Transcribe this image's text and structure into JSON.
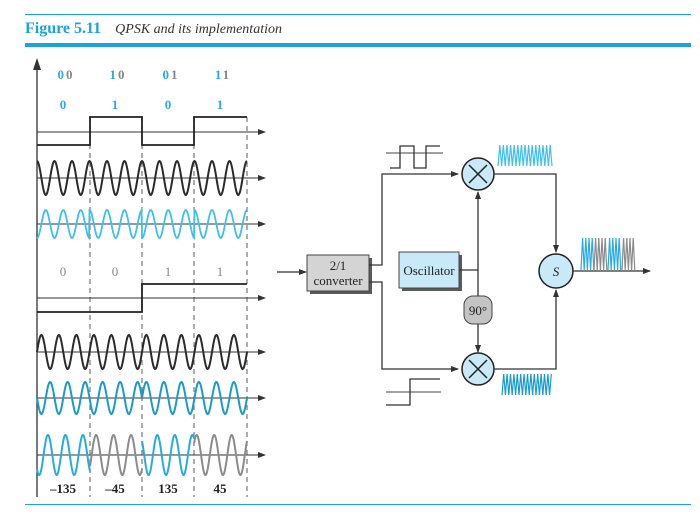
{
  "figure": {
    "number": "Figure 5.11",
    "title": "QPSK and its implementation"
  },
  "colors": {
    "accent": "#1aa3dd",
    "bit_blue": "#29abe2",
    "bit_gray": "#888888",
    "wave_dark": "#2b2b2b",
    "wave_light_blue": "#3cc0ee",
    "wave_teal": "#1b9cc8",
    "wave_gray": "#8c8c8c",
    "block_fill": "#c8e9f7",
    "converter_fill": "#d4d4d4"
  },
  "timing": {
    "bit_pairs": [
      {
        "first": "0",
        "second": "0"
      },
      {
        "first": "1",
        "second": "0"
      },
      {
        "first": "0",
        "second": "1"
      },
      {
        "first": "1",
        "second": "1"
      }
    ],
    "i_bits": [
      "0",
      "1",
      "0",
      "1"
    ],
    "q_bits": [
      "0",
      "0",
      "1",
      "1"
    ],
    "phases": [
      "–135",
      "–45",
      "135",
      "45"
    ]
  },
  "block_diagram": {
    "converter_line1": "2/1",
    "converter_line2": "converter",
    "oscillator": "Oscillator",
    "phase_shift": "90°",
    "summer": "S"
  }
}
